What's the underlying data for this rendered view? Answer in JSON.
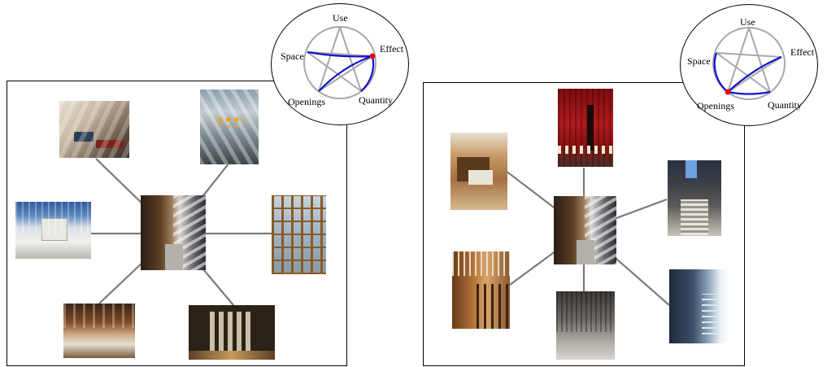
{
  "radar_labels": {
    "use": "Use",
    "effect": "Effect",
    "quantity": "Quantity",
    "openings": "Openings",
    "space": "Space"
  },
  "colors": {
    "highlight_edge": "#1111cc",
    "base_edge": "#a8a8a8",
    "selected_node": "#e01010",
    "link": "#7a7a7a"
  },
  "left_panel": {
    "selected_node": "Effect",
    "highlighted_edges": [
      [
        "Effect",
        "Space"
      ],
      [
        "Effect",
        "Quantity"
      ],
      [
        "Effect",
        "Openings"
      ]
    ],
    "center_image": "corridor with slatted light shadows",
    "neighbor_images": [
      "living room with diagonal sunbeams",
      "church nave with light rays",
      "glass-roofed museum court",
      "timber lattice walkway",
      "wooden ceiling grid hall",
      "perforated dark wall opening"
    ]
  },
  "right_panel": {
    "selected_node": "Openings",
    "highlighted_edges": [
      [
        "Openings",
        "Space"
      ],
      [
        "Openings",
        "Effect"
      ],
      [
        "Openings",
        "Quantity"
      ]
    ],
    "center_image": "corridor with slatted light shadows",
    "neighbor_images": [
      "wooden skylit interior",
      "red wall with light stripes",
      "skylit stair",
      "wooden slat colonnade",
      "grey covered walkway",
      "corridor with window light"
    ]
  }
}
